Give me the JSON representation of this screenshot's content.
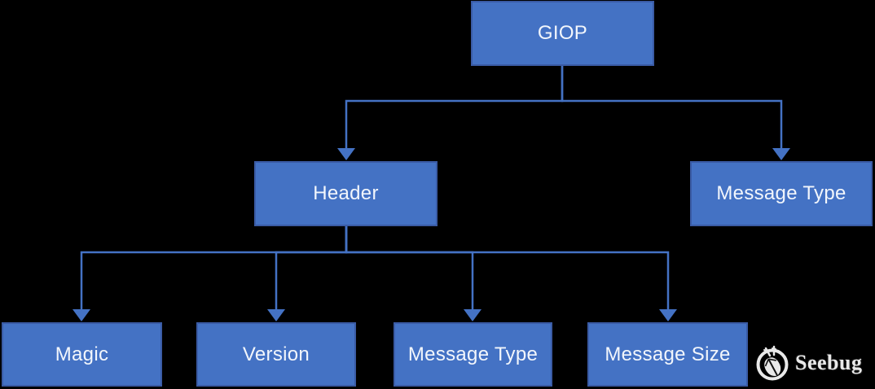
{
  "diagram": {
    "nodes": [
      {
        "id": "giop",
        "label": "GIOP"
      },
      {
        "id": "header",
        "label": "Header"
      },
      {
        "id": "message-type",
        "label": "Message Type"
      },
      {
        "id": "magic",
        "label": "Magic"
      },
      {
        "id": "version",
        "label": "Version"
      },
      {
        "id": "header-message-type",
        "label": "Message Type"
      },
      {
        "id": "message-size",
        "label": "Message Size"
      }
    ],
    "edges": [
      {
        "from": "GIOP",
        "to": "Header"
      },
      {
        "from": "GIOP",
        "to": "Message Type"
      },
      {
        "from": "Header",
        "to": "Magic"
      },
      {
        "from": "Header",
        "to": "Version"
      },
      {
        "from": "Header",
        "to": "Message Type"
      },
      {
        "from": "Header",
        "to": "Message Size"
      }
    ],
    "colors": {
      "node_fill": "#4472C4",
      "node_border": "#3A5BA5",
      "node_text": "#F2F6FC",
      "connector": "#4472C4",
      "background": "#000000",
      "watermark": "#E9E9E9"
    }
  },
  "watermark": {
    "text": "Seebug",
    "icon": "seebug-bug-logo"
  }
}
